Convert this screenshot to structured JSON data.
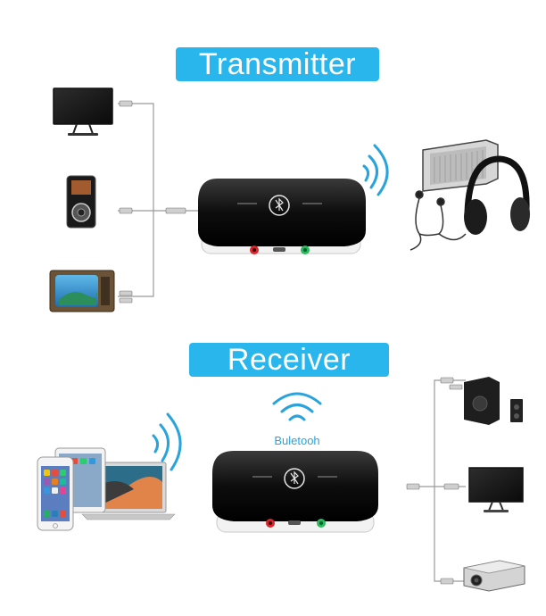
{
  "sections": {
    "transmitter": {
      "title": "Transmitter"
    },
    "receiver": {
      "title": "Receiver"
    }
  },
  "bluetooth_label": "Buletooh",
  "colors": {
    "banner": "#29b6ec",
    "bluetooth_waves": "#29a3dc",
    "device_body": "#111111",
    "jack_red": "#d9262c",
    "jack_green": "#2eb85c"
  },
  "icons": {
    "transmitter_sources": [
      "tv-monitor-icon",
      "mp3-player-icon",
      "crt-tv-icon"
    ],
    "transmitter_targets": [
      "bluetooth-speaker-icon",
      "headphones-icon",
      "earphones-icon"
    ],
    "receiver_sources": [
      "smartphone-icon",
      "tablet-icon",
      "laptop-icon"
    ],
    "receiver_targets": [
      "subwoofer-speakers-icon",
      "monitor-icon",
      "projector-icon"
    ]
  }
}
